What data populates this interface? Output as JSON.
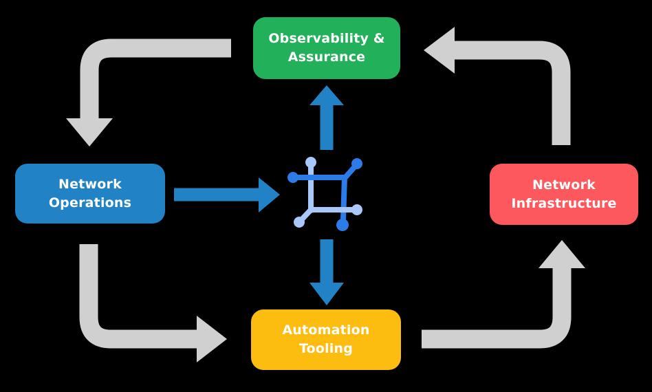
{
  "diagram": {
    "nodes": [
      {
        "id": "observability-assurance",
        "label": "Observability & Assurance",
        "color": "#22b15a"
      },
      {
        "id": "network-operations",
        "label": "Network Operations",
        "color": "#2183c5"
      },
      {
        "id": "network-infrastructure",
        "label": "Network Infrastructure",
        "color": "#fc585d"
      },
      {
        "id": "automation-tooling",
        "label": "Automation Tooling",
        "color": "#fcbc10"
      }
    ],
    "center_icon": "network-automation-icon",
    "edges": [
      {
        "from": "observability-assurance",
        "to": "network-operations",
        "style": "gray-cycle"
      },
      {
        "from": "network-operations",
        "to": "automation-tooling",
        "style": "gray-cycle"
      },
      {
        "from": "automation-tooling",
        "to": "network-infrastructure",
        "style": "gray-cycle"
      },
      {
        "from": "network-infrastructure",
        "to": "observability-assurance",
        "style": "gray-cycle"
      },
      {
        "from": "network-operations",
        "to": "center-icon",
        "style": "blue"
      },
      {
        "from": "center-icon",
        "to": "observability-assurance",
        "style": "blue"
      },
      {
        "from": "center-icon",
        "to": "automation-tooling",
        "style": "blue"
      }
    ],
    "colors": {
      "background": "#000000",
      "arrow_gray": "#d0d0d0",
      "arrow_blue": "#2183c5",
      "icon_dark_blue": "#2b7ce9",
      "icon_light_blue": "#a7c8f8",
      "node_text": "#ffffff"
    }
  }
}
